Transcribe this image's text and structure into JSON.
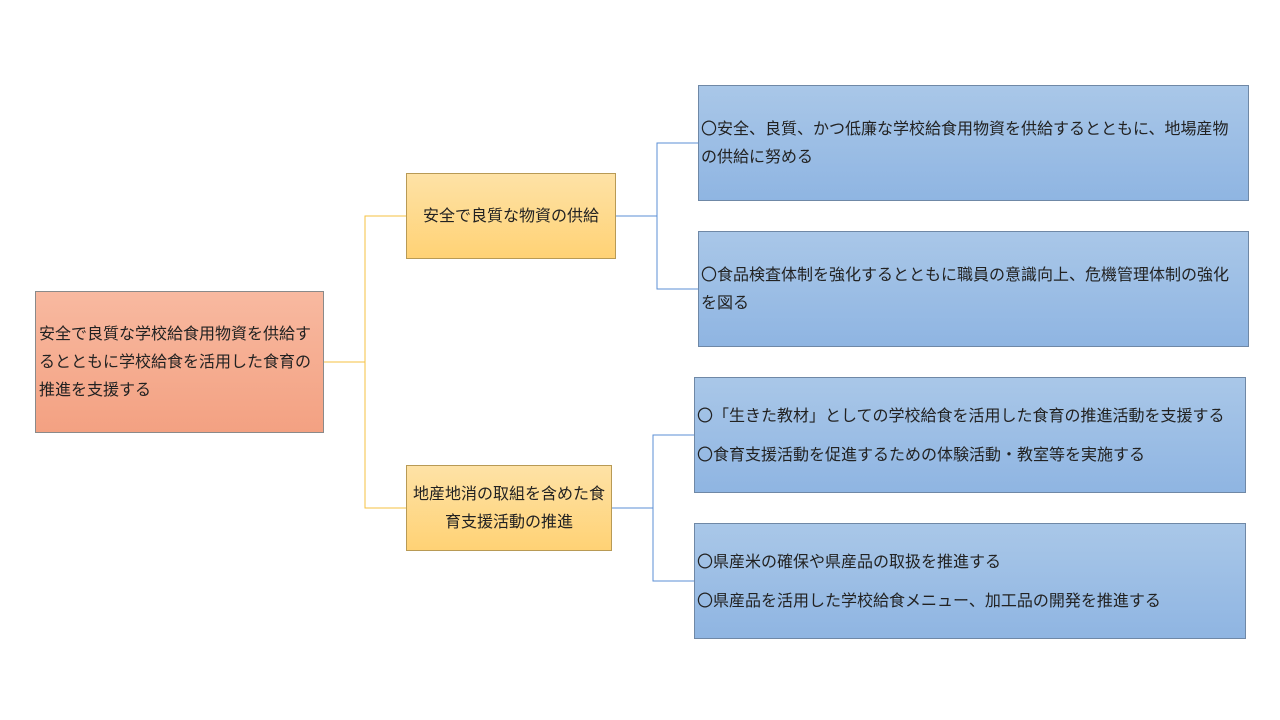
{
  "colors": {
    "root_fill": "#f5ab8e",
    "mid_fill": "#ffd886",
    "leaf_fill": "#9cbee5",
    "root_connector": "#f5c242",
    "leaf_connector": "#5b8fd6"
  },
  "root": {
    "label": "安全で良質な学校給食用物資を供給するとともに学校給食を活用した食育の推進を支援する"
  },
  "branches": [
    {
      "label": "安全で良質な物資の供給",
      "items": [
        {
          "lines": [
            "〇安全、良質、かつ低廉な学校給食用物資を供給するとともに、地場産物の供給に努める"
          ]
        },
        {
          "lines": [
            "〇食品検査体制を強化するとともに職員の意識向上、危機管理体制の強化を図る"
          ]
        }
      ]
    },
    {
      "label": "地産地消の取組を含めた食育支援活動の推進",
      "items": [
        {
          "lines": [
            "〇「生きた教材」としての学校給食を活用した食育の推進活動を支援する",
            "〇食育支援活動を促進するための体験活動・教室等を実施する"
          ]
        },
        {
          "lines": [
            "〇県産米の確保や県産品の取扱を推進する",
            "〇県産品を活用した学校給食メニュー、加工品の開発を推進する"
          ]
        }
      ]
    }
  ]
}
